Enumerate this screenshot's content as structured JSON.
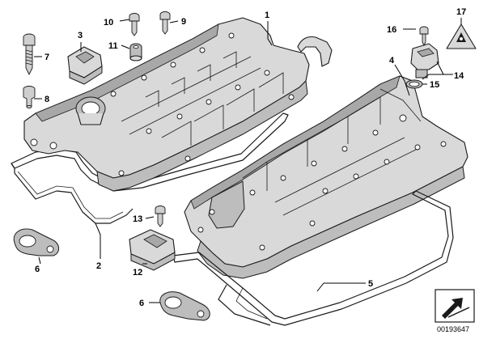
{
  "callouts": {
    "c1": "1",
    "c2": "2",
    "c3": "3",
    "c4": "4",
    "c5": "5",
    "c6a": "6",
    "c6b": "6",
    "c7": "7",
    "c8": "8",
    "c9": "9",
    "c10": "10",
    "c11": "11",
    "c12": "12",
    "c13": "13",
    "c14": "14",
    "c15": "15",
    "c16": "16",
    "c17": "17"
  },
  "diagram_id": "00193647",
  "icons": {
    "warning_label": "warning-triangle-icon",
    "nav_arrow": "next-page-arrow-icon"
  },
  "colors": {
    "line": "#1a1a1a",
    "fill_light": "#d9d9d9",
    "fill_mid": "#bdbdbd",
    "fill_dark": "#a8a8a8"
  }
}
